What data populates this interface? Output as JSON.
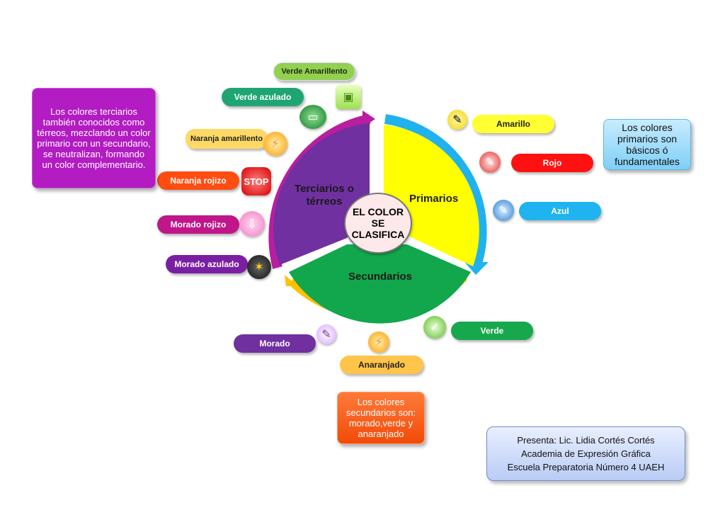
{
  "center": {
    "title": "EL COLOR SE CLASIFICA"
  },
  "sectors": {
    "primarios": {
      "label": "Primarios",
      "color": "#ffff00"
    },
    "secundarios": {
      "label": "Secundarios",
      "color": "#12a94e"
    },
    "terciarios": {
      "label": "Terciarios o térreos",
      "color": "#7030a0"
    }
  },
  "primary_items": [
    {
      "label": "Amarillo",
      "color": "#ffff33"
    },
    {
      "label": "Rojo",
      "color": "#ff1111"
    },
    {
      "label": "Azul",
      "color": "#1fb4f0"
    }
  ],
  "secondary_items": [
    {
      "label": "Verde",
      "color": "#17a84d"
    },
    {
      "label": "Anaranjado",
      "color": "#ffc44a"
    },
    {
      "label": "Morado",
      "color": "#7030a0"
    }
  ],
  "tertiary_items": [
    {
      "label": "Verde Amarillento",
      "color": "#92d050"
    },
    {
      "label": "Verde azulado",
      "color": "#1fa574"
    },
    {
      "label": "Naranja amarillento",
      "color": "#ffd966"
    },
    {
      "label": "Naranja rojizo",
      "color": "#ff4d12"
    },
    {
      "label": "Morado rojizo",
      "color": "#c0168a"
    },
    {
      "label": "Morado azulado",
      "color": "#7a1fa2"
    }
  ],
  "notes": {
    "primarios": "Los colores primarios son básicos ó fundamentales",
    "secundarios": "Los colores secundarios son: morado,verde y anaranjado",
    "terciarios": "Los colores terciarios también conocidos como térreos, mezclando un color primario con un secundario, se neutralizan, formando un color complementario."
  },
  "stop_sign_text": "STOP",
  "credits": {
    "line1": "Presenta: Lic. Lidia Cortés Cortés",
    "line2": "Academia de Expresión Gráfica",
    "line3": "Escuela Preparatoria Número  4 UAEH"
  },
  "icons": [
    "paint-brush-icon",
    "stop-sign-icon",
    "down-arrow-icon",
    "bomb-icon",
    "folder-icon",
    "check-icon"
  ]
}
